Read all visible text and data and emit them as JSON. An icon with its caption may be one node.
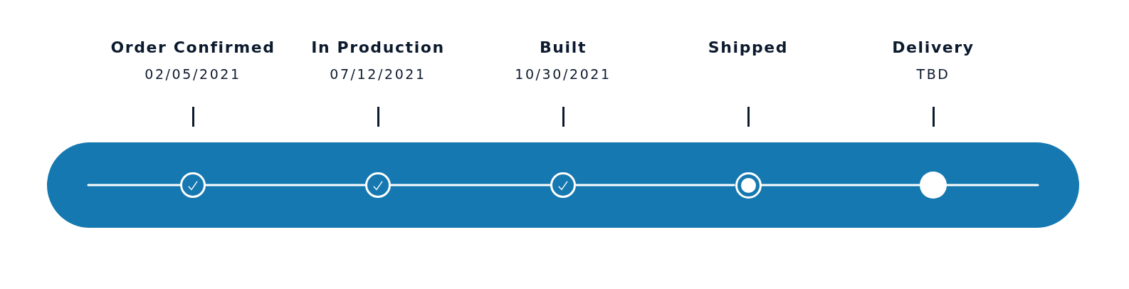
{
  "diagram": {
    "nodes": [
      {
        "text": [
          "Order Confirmed",
          "02/05/2021"
        ]
      },
      {
        "text": [
          "In Production",
          "07/12/2021"
        ]
      },
      {
        "text": [
          "Built",
          "10/30/2021"
        ]
      },
      {
        "text": [
          "Shipped"
        ]
      },
      {
        "text": [
          "Delivery",
          "TBD"
        ]
      },
      {
        "text": [],
        "shape": "bar"
      },
      {
        "text": [],
        "shape": "circle",
        "in": 5
      },
      {
        "text": [],
        "shape": "circle",
        "in": 5
      },
      {
        "text": [],
        "shape": "circle",
        "in": 5
      },
      {
        "text": [],
        "shape": "circle",
        "in": 5
      },
      {
        "text": [],
        "shape": "circle",
        "in": 5
      }
    ],
    "edges": [
      {
        "from": null,
        "to": 6,
        "arrow": "none"
      },
      {
        "from": 6,
        "to": 7,
        "arrow": "none"
      },
      {
        "from": 7,
        "to": 8,
        "arrow": "none"
      },
      {
        "from": 8,
        "to": 9,
        "arrow": "none"
      },
      {
        "from": 9,
        "to": 10,
        "arrow": "none"
      },
      {
        "from": 10,
        "to": null,
        "arrow": "none"
      }
    ]
  }
}
